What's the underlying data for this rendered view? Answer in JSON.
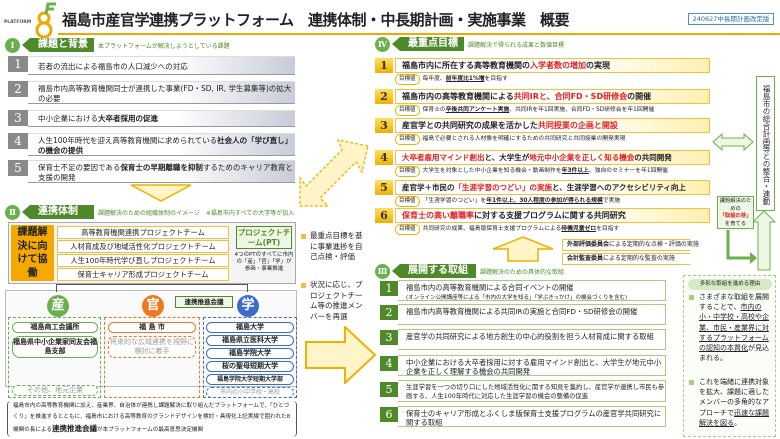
{
  "header": {
    "logo_text": "PLATFORM",
    "title": "福島市産官学連携プラットフォーム　連携体制・中長期計画・実施事業　概要",
    "badge": "240627中長期計画改定版"
  },
  "section1": {
    "roman": "Ⅰ",
    "title": "課題と背景",
    "note": "本プラットフォームが解決しようとしている課題",
    "items": [
      {
        "num": "1",
        "a": "若者の流出による福島市の人口減少への対応"
      },
      {
        "num": "2",
        "a": "福島市内高等教育機関同士が連携した事業(FD・SD, IR, 学生募集等)の拡大の必要"
      },
      {
        "num": "3",
        "a": "中小企業における",
        "b": "大卒者採用の促進"
      },
      {
        "num": "4",
        "a": "人生100年時代を迎え高等教育機関に求められている",
        "b": "社会人の「学び直し」の機会の提供"
      },
      {
        "num": "5",
        "a": "保育士不足の要因である",
        "b": "保育士の早期離職を抑制",
        "c": "するためのキャリア教育と支援の開発"
      }
    ]
  },
  "section2": {
    "roman": "Ⅱ",
    "title": "連携体制",
    "note": "課題解決のための組織体制のイメージ　※福島市内すべての大学等が加入",
    "block": "課題解決に向けて協働",
    "teams": [
      "高等教育機関連携プロジェクトチーム",
      "人材育成及び地域活性化プロジェクトチーム",
      "人生100年時代学び直しプロジェクトチーム",
      "保育士キャリア形成プロジェクトチーム"
    ],
    "pt_label": "プロジェクトチーム(PT)",
    "pt_note": "4つのPTのすべてに市内の「産」「官」「学」が参画・事業推進",
    "bullets": [
      "最重点目標を基に事業進捗を自己点検・評価",
      "状況に応じ、プロジェクトチーム等の推進メンバーを再選"
    ],
    "council": "連携推進会議",
    "industry": {
      "mark": "産",
      "members": [
        "福島商工会議所",
        "福島県中小企業家同友会福島支部"
      ],
      "other": "その他、地元企業"
    },
    "government": {
      "mark": "官",
      "members": [
        "福 島 市"
      ],
      "future": "将来的な広域連携を視野に検討に着手"
    },
    "academia": {
      "mark": "学",
      "members": [
        "福島大学",
        "福島県立医科大学",
        "福島学院大学",
        "桜の聖母短期大学",
        "福島学院大学短期大学部"
      ],
      "other": "市内の小中学校・高校"
    },
    "footnote_a": "福島市内の高等教育機関に加え、産業界、自治体が連携し課題解決に取り組んだプラットフォームで、「ひとづくり」を推進するとともに、福島市における高等教育のグランドデザインを検討・具現化上記実線で囲われた8機関の長による",
    "footnote_b": "連携推進会議",
    "footnote_c": "が本プラットフォームの最高意思決定機関"
  },
  "section4": {
    "roman": "Ⅳ",
    "title": "最重点目標",
    "note": "課題解決で得られる成果と数値目標",
    "target_label": "目標値",
    "items": [
      {
        "num": "1",
        "a": "福島市内に所在する高等教育機関の",
        "r": "入学者数の増加",
        "c": "の実現",
        "t1": "毎年度、",
        "tu": "前年度比1%増",
        "t2": "を目指す"
      },
      {
        "num": "2",
        "a": "福島市内の高等教育機関による",
        "r": "共同IRと、合同FD・SD研修会",
        "c": "の開催",
        "t1": "保育士の",
        "tu": "卒後共同アンケート実施",
        "t2": "、共同IRを年1回実施、合同FD・SD研修会を年1回開催"
      },
      {
        "num": "3",
        "a": "産官学との共同研究の成果を活かした",
        "r": "共同授業の企画と開設",
        "c": "",
        "t1": "福島で必要とされる人材像を明確にするための共同研究と共同授業の開発実現",
        "tu": "",
        "t2": ""
      },
      {
        "num": "4",
        "a": "",
        "r": "大卒者雇用マインド創出",
        "c": "と、大学生が",
        "r2": "地元中小企業を正しく知る機会",
        "d": "の共同開発",
        "t1": "大学生を対象とした中小企業を知る機会・動画制作を",
        "tu": "年3件以上",
        "t2": "、独自のセミナーを年1回開催"
      },
      {
        "num": "5",
        "a": "産官学＋市民の",
        "r": "「生涯学習のつどい」の実施",
        "c": "と、生涯学習へのアクセシビリティ向上",
        "t1": "「生涯学習のつどい」を",
        "tu": "年1件以上、30人程度の参加が得られる規模",
        "t2": "で実施"
      },
      {
        "num": "6",
        "a": "",
        "r": "保育士の高い離職率",
        "c": "に対する支援プログラムに関する共同研究",
        "t1": "共同研究の成果、福島版保育士支援プログラムによる",
        "tu": "待機児童ゼロ",
        "t2": "を目指す"
      }
    ],
    "checks": [
      {
        "b": "外部評価委員会",
        "a": "による定期的な点検・評価の実施"
      },
      {
        "b": "会計監査委員",
        "a": "による定期的な監査の実施"
      }
    ]
  },
  "section3": {
    "roman": "Ⅲ",
    "title": "展開する取組",
    "note": "課題解決のための具体的な取組",
    "items": [
      {
        "num": "1",
        "a": "福島市内の高等教育機関による合同イベントの開催",
        "sub": "(オンライン公開講座等による「市内の大学を知る」「学ぶきっかけ」の機会づくりを含む)"
      },
      {
        "num": "2",
        "a": "福島市内高等教育機関による共同IRの実施と合同FD・SD研修会の開催"
      },
      {
        "num": "3",
        "a": "産官学の共同研究による地方創生の中心的役割を担う人材育成に関する取組"
      },
      {
        "num": "4",
        "a": "中小企業における大卒者採用に対する雇用マインド創出と、大学生が地元中小企業を正しく理解する機会の共同開発"
      },
      {
        "num": "5",
        "a": "生涯学習を一つの切り口にした地域活性化に関する知見を集約し、産官学が連携し市民も参画する、人生100年時代に対応した生涯学習の機会の整備の促進"
      },
      {
        "num": "6",
        "a": "保育士のキャリア形成とふくしま版保育士支援プログラムの産官学共同研究に関する取組"
      }
    ]
  },
  "right": {
    "vertical": "福島市の総合計画等との整合・連動",
    "sprout_a": "課題解決のための",
    "sprout_b": "「取組の芽」",
    "sprout_c": "を育てる",
    "reason_title": "多彩な取組を進める理由",
    "reason1_a": "さまざまな取組を展開することで、",
    "reason1_u": "市内の小・中学校・高校や企業、市民・産業界に対するプラットフォームの認知の本質化",
    "reason1_c": "が見込まれる。",
    "reason2_a": "これを端緒に連携対象を拡大、課題に適したメンバーの多角的なアプローチで",
    "reason2_u": "迅速な課題解決を図る",
    "reason2_c": "。"
  },
  "colors": {
    "orange": "#f0a800",
    "green": "#4f8a2a",
    "red": "#e02020",
    "sangyo": "#6ab04c",
    "kan": "#f07820",
    "gaku": "#3a6cc8"
  }
}
